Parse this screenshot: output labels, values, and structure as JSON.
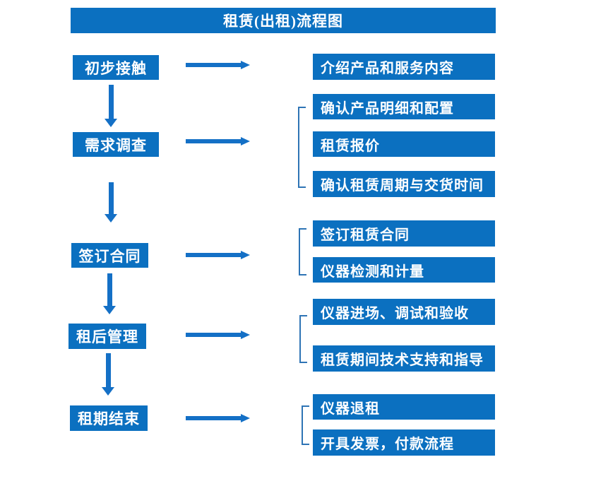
{
  "title": "租赁(出租)流程图",
  "colors": {
    "box_blue": "#0b70c0",
    "arrow_blue": "#1470c6",
    "bracket_blue": "#2e74b5",
    "text_white": "#ffffff",
    "background": "#ffffff"
  },
  "stages": [
    {
      "label": "初步接触",
      "outputs": [
        "介绍产品和服务内容"
      ]
    },
    {
      "label": "需求调查",
      "outputs": [
        "确认产品明细和配置",
        "租赁报价",
        "确认租赁周期与交货时间"
      ]
    },
    {
      "label": "签订合同",
      "outputs": [
        "签订租赁合同",
        "仪器检测和计量"
      ]
    },
    {
      "label": "租后管理",
      "outputs": [
        "仪器进场、调试和验收",
        "租赁期间技术支持和指导"
      ]
    },
    {
      "label": "租期结束",
      "outputs": [
        "仪器退租",
        "开具发票，付款流程"
      ]
    }
  ]
}
